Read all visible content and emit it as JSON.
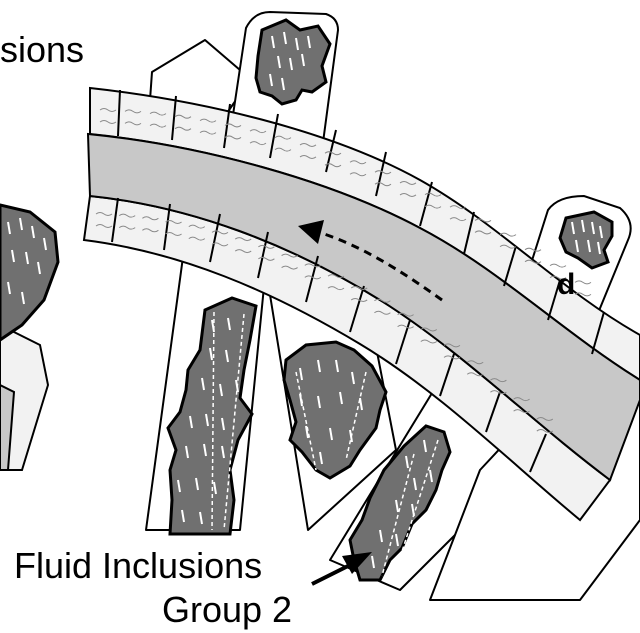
{
  "labels": {
    "top_left_fragment": "sions",
    "panel_letter": "d",
    "fluid_inclusions_line1": "Fluid Inclusions",
    "fluid_inclusions_line2": "Group 2"
  },
  "colors": {
    "outline": "#000000",
    "fracture_fill": "#ffffff",
    "vein_band_fill": "#c8c8c8",
    "wall_rock_fill": "#f2f2f2",
    "inclusion_fill": "#707070",
    "inclusion_mark": "#ffffff",
    "texture": "#8a8a8a"
  },
  "arrow": {
    "style": "dashed",
    "direction": "up-left"
  }
}
